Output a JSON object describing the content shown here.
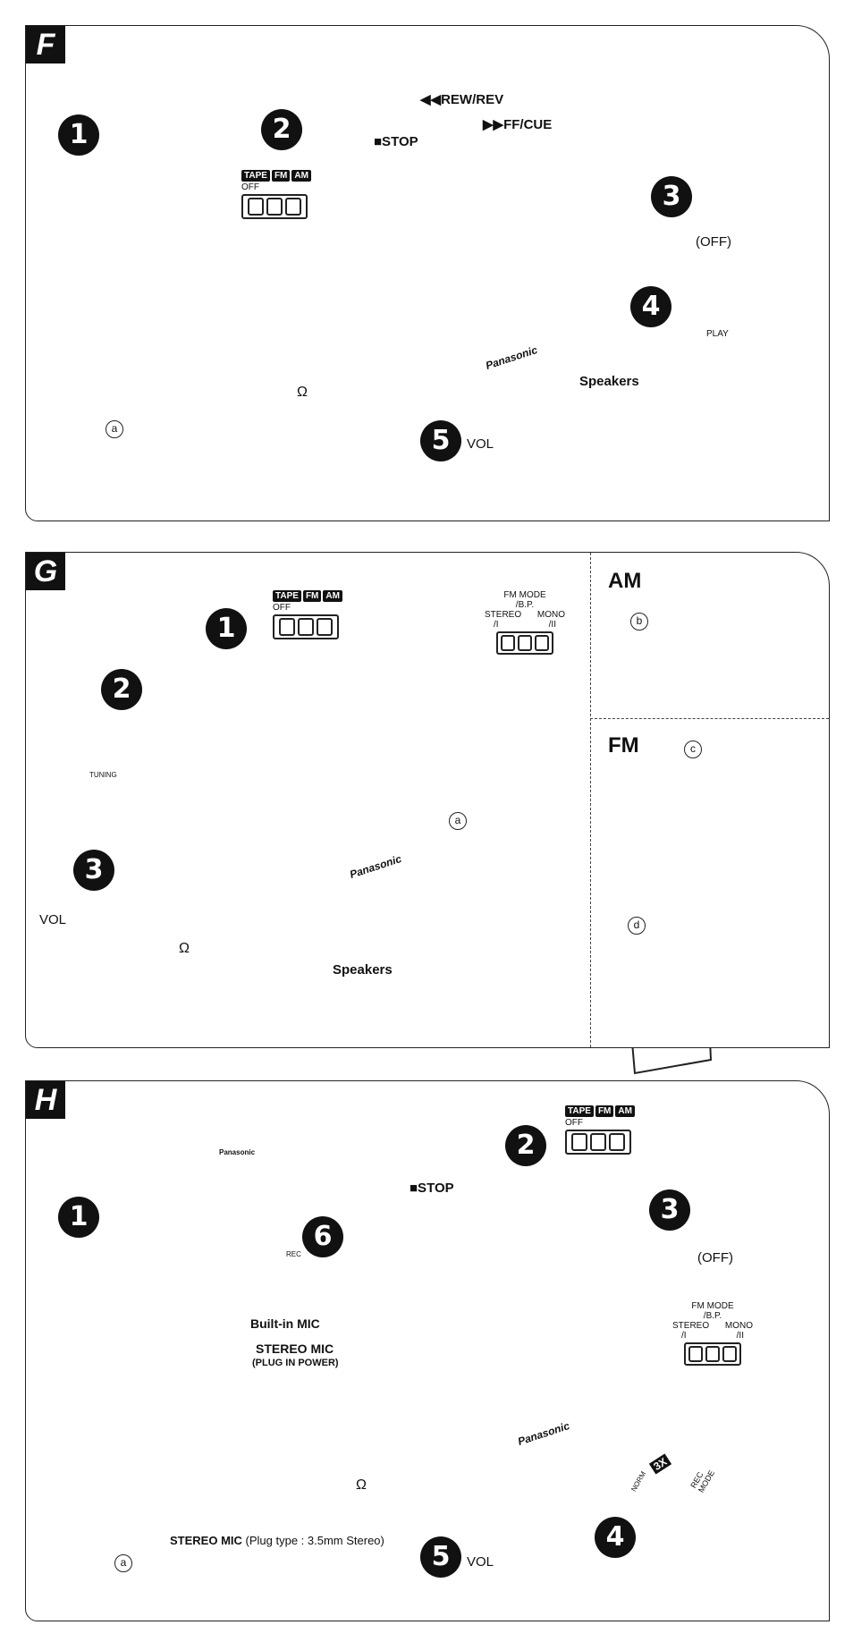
{
  "panel_f": {
    "letter": "F",
    "steps": [
      "1",
      "2",
      "3",
      "4",
      "5"
    ],
    "switch_tags": [
      "TAPE",
      "FM",
      "AM"
    ],
    "switch_off": "OFF",
    "stop": "■STOP",
    "rew": "◀◀REW/REV",
    "ff": "▶▶FF/CUE",
    "off": "(OFF)",
    "play": "PLAY",
    "speakers": "Speakers",
    "vol": "VOL",
    "headphone": "Ω",
    "brand": "Panasonic",
    "callout_a": "a"
  },
  "panel_g": {
    "letter": "G",
    "steps": [
      "1",
      "2",
      "3"
    ],
    "switch_tags": [
      "TAPE",
      "FM",
      "AM"
    ],
    "switch_off": "OFF",
    "fm_mode_1": "FM MODE",
    "fm_mode_2": "/B.P.",
    "stereo": "STEREO",
    "mono": "MONO",
    "stereo_sub": "/I",
    "mono_sub": "/II",
    "tuning": "TUNING",
    "vol": "VOL",
    "headphone": "Ω",
    "speakers": "Speakers",
    "brand": "Panasonic",
    "am": "AM",
    "fm": "FM",
    "callout_a": "a",
    "callout_b": "b",
    "callout_c": "c",
    "callout_d": "d"
  },
  "panel_h": {
    "letter": "H",
    "steps": [
      "1",
      "2",
      "3",
      "4",
      "5",
      "6"
    ],
    "switch_tags": [
      "TAPE",
      "FM",
      "AM"
    ],
    "switch_off": "OFF",
    "stop": "■STOP",
    "off": "(OFF)",
    "rec": "REC",
    "builtin_mic": "Built-in MIC",
    "stereo_mic_1": "STEREO MIC",
    "stereo_mic_2": "(PLUG IN POWER)",
    "fm_mode_1": "FM MODE",
    "fm_mode_2": "/B.P.",
    "stereo": "STEREO",
    "mono": "MONO",
    "stereo_sub": "/I",
    "mono_sub": "/II",
    "norm": "NORM",
    "three_x": "3X",
    "rec_mode": "REC MODE",
    "vol": "VOL",
    "headphone": "Ω",
    "mic_brand": "Panasonic",
    "brand": "Panasonic",
    "stereo_mic_caption_bold": "STEREO MIC",
    "stereo_mic_caption_rest": " (Plug type : 3.5mm Stereo)",
    "callout_a": "a"
  }
}
